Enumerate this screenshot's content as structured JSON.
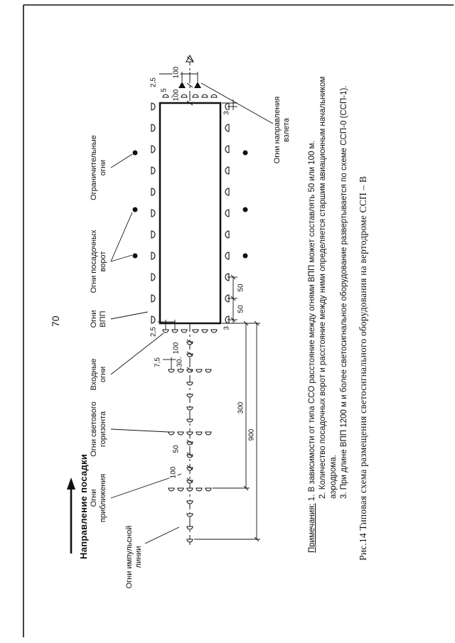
{
  "page": {
    "number": "70"
  },
  "heading": {
    "landing_direction": "Направление посадки"
  },
  "labels": {
    "impulse_line": {
      "line1": "Огни импульсной",
      "line2": "линии"
    },
    "approach": {
      "line1": "Огни",
      "line2": "приближения"
    },
    "light_horizon": {
      "line1": "Огни светового",
      "line2": "горизонта"
    },
    "threshold": {
      "line1": "Входные",
      "line2": "огни"
    },
    "runway": {
      "line1": "Огни",
      "line2": "ВПП"
    },
    "landing_gates": {
      "line1": "Огни посадочных",
      "line2": "ворот"
    },
    "boundary": {
      "line1": "Ограничительные",
      "line2": "огни"
    },
    "takeoff_dir": {
      "line1": "Огни направления",
      "line2": "взлета"
    }
  },
  "dimensions": {
    "takeoff_100_1": "100",
    "takeoff_100_2": "100",
    "takeoff_2_5": "2,5",
    "takeoff_5": "5",
    "end_3": "3",
    "runway_50_1": "50",
    "runway_50_2": "50",
    "threshold_3": "3",
    "threshold_2_5": "2,5",
    "approach_100_1": "100",
    "approach_30": "30",
    "horizon_7_5": "7,5",
    "approach_50": "50",
    "approach_100_2": "100",
    "dist_300": "300",
    "dist_900": "900"
  },
  "notes": {
    "title": "Примечания:",
    "items": [
      "1. В зависимости от типа ССО расстояние между огнями ВПП может составлять 50 или 100 м.",
      "2. Количество посадочных ворот и расстояние между ними определяется старшим авиационным начальником аэродрома.",
      "3. При длине ВПП 1200 м и более светосигнальное оборудование развертывается по схеме ССП-0 (ССП-1)."
    ]
  },
  "caption": "Рис.14 Типовая схема размещения светосигнального оборудования  на вертодроме ССП – В"
}
